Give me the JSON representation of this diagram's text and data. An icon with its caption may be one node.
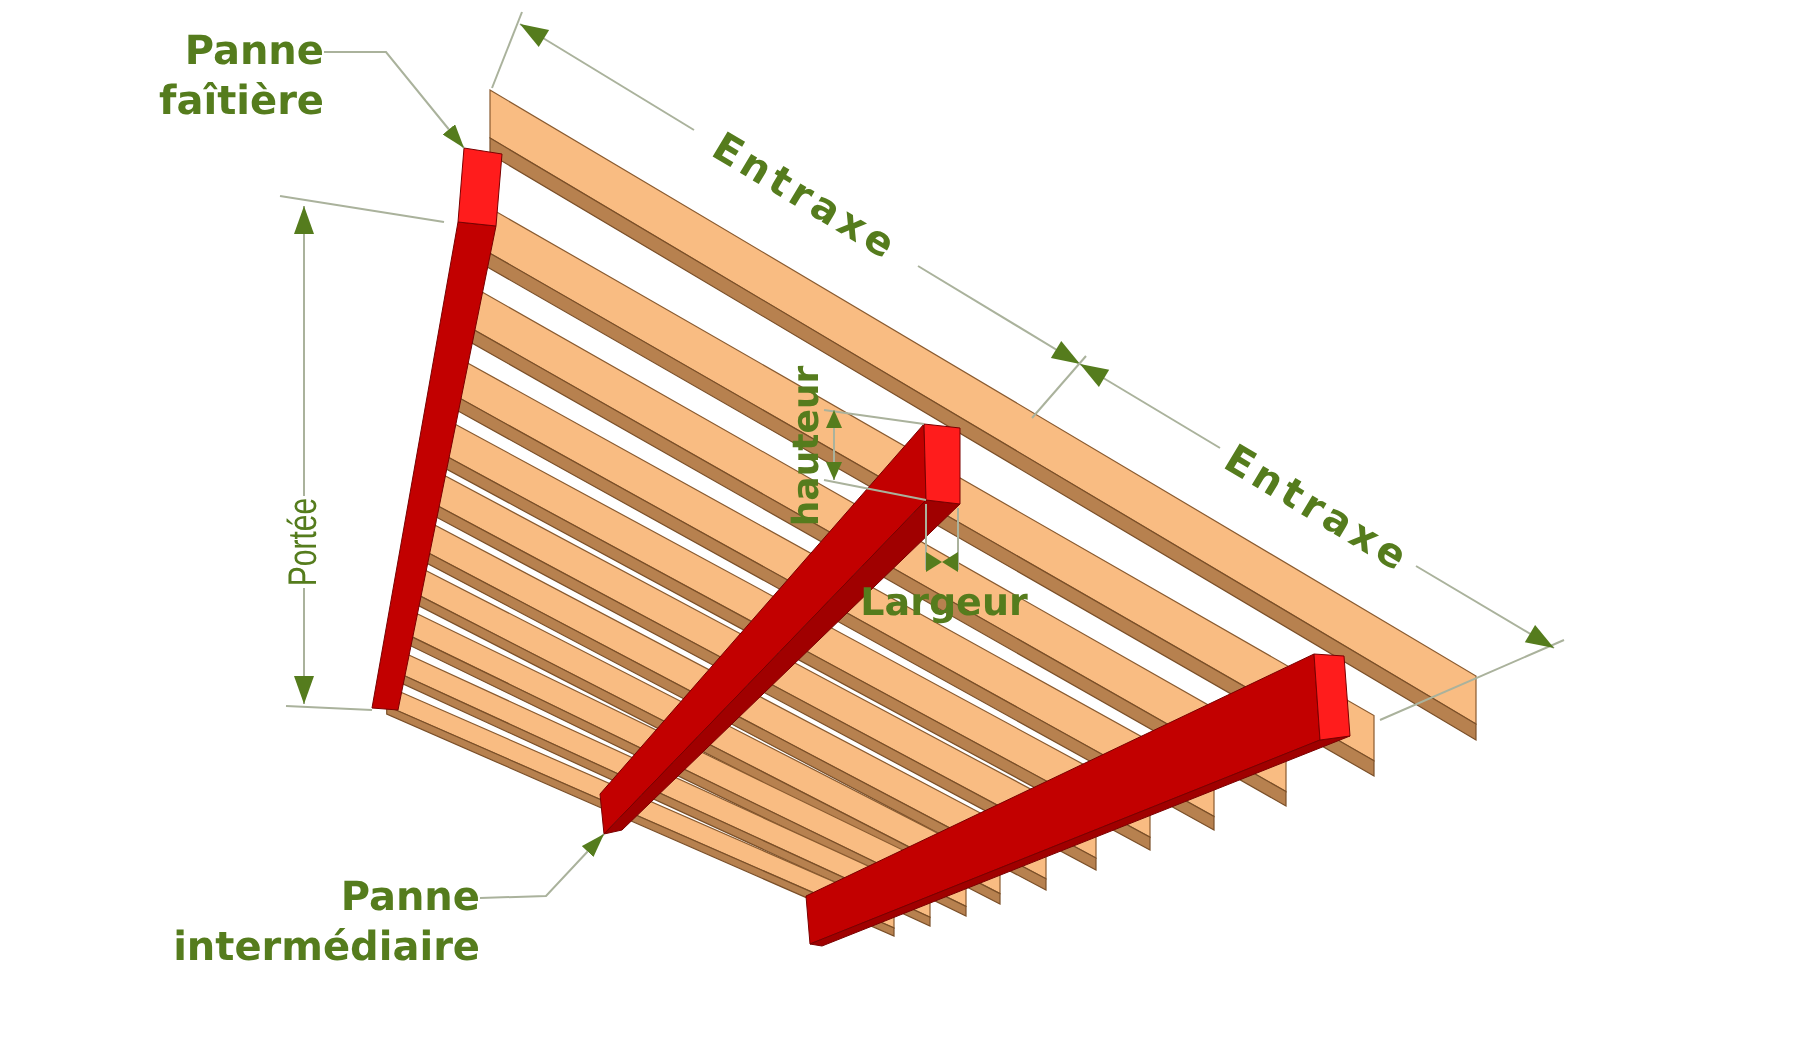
{
  "diagram": {
    "nodes": [
      {
        "text": [
          "Panne faîtière"
        ]
      },
      {
        "text": [],
        "shape": "bar"
      },
      {
        "text": [
          "Panne intermédiaire"
        ]
      },
      {
        "text": [],
        "shape": "bar"
      }
    ],
    "edges": [
      {
        "from": 0,
        "to": 1,
        "arrow": "to"
      },
      {
        "from": 2,
        "to": 3,
        "arrow": "to"
      }
    ],
    "labels": [
      "Entraxe",
      "hauteur",
      "Entraxe",
      "Portée",
      "Largeur"
    ]
  }
}
